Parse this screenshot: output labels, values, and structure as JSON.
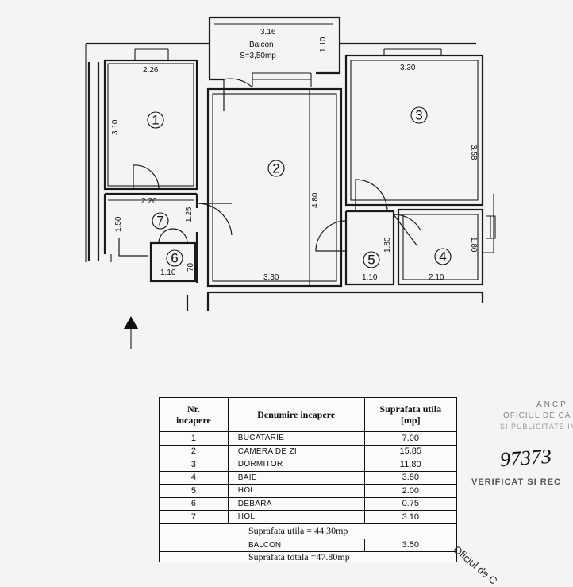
{
  "plan": {
    "rooms": [
      {
        "id": "1",
        "number": "1",
        "w": "2.26",
        "h": "3.10"
      },
      {
        "id": "2",
        "number": "2",
        "w": "3.30",
        "h": "4.80"
      },
      {
        "id": "3",
        "number": "3",
        "w": "3.30",
        "h": "3.58"
      },
      {
        "id": "4",
        "number": "4",
        "w": "2.10",
        "h": "1.80"
      },
      {
        "id": "5",
        "number": "5",
        "w": "1.10",
        "h": "1.80"
      },
      {
        "id": "6",
        "number": "6",
        "w": "1.10",
        "h": "70"
      },
      {
        "id": "7",
        "number": "7",
        "w": "2.26",
        "h": "1.25",
        "h2": "1.50"
      }
    ],
    "balcony": {
      "name": "Balcon",
      "area": "S=3,50mp",
      "w": "3.16",
      "h": "1.10"
    }
  },
  "table": {
    "headers": {
      "nr_line1": "Nr.",
      "nr_line2": "incapere",
      "name": "Denumire incapere",
      "area_line1": "Suprafata utila",
      "area_line2": "[mp]"
    },
    "rows": [
      {
        "nr": "1",
        "name": "BUCATARIE",
        "area": "7.00"
      },
      {
        "nr": "2",
        "name": "CAMERA DE ZI",
        "area": "15.85"
      },
      {
        "nr": "3",
        "name": "DORMITOR",
        "area": "11.80"
      },
      {
        "nr": "4",
        "name": "BAIE",
        "area": "3.80"
      },
      {
        "nr": "5",
        "name": "HOL",
        "area": "2.00"
      },
      {
        "nr": "6",
        "name": "DEBARA",
        "area": "0.75"
      },
      {
        "nr": "7",
        "name": "HOL",
        "area": "3.10"
      }
    ],
    "useful_total": "Suprafata utila =  44.30mp",
    "balcony_label": "BALCON",
    "balcony_area": "3.50",
    "grand_total": "Suprafata totala =47.80mp"
  },
  "stamp": {
    "line1": "ANCP",
    "line2": "OFICIUL DE CA",
    "line3": "SI PUBLICITATE IM",
    "number": "97373",
    "verified": "VERIFICAT SI REC",
    "footer": "Oficiul de C"
  }
}
